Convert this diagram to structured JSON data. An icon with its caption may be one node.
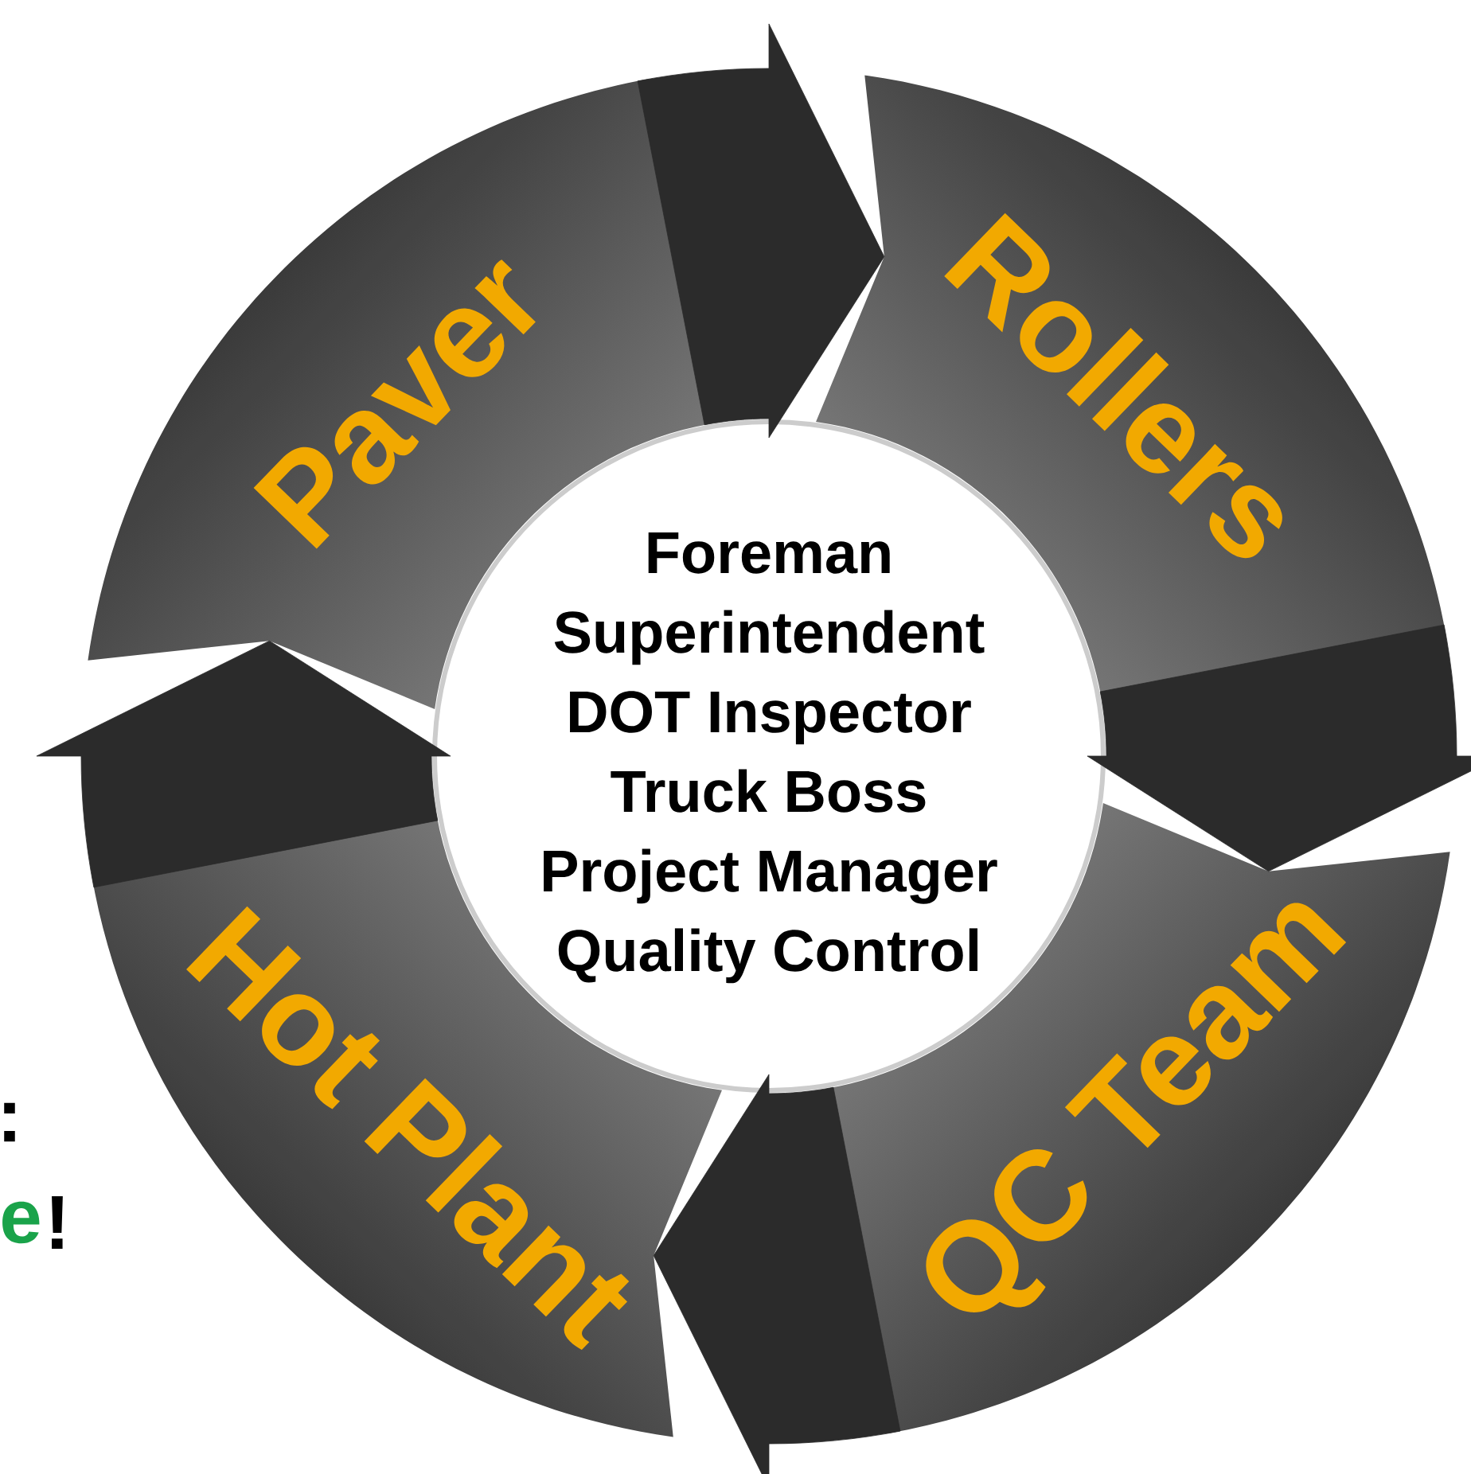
{
  "diagram": {
    "nodes": [
      {
        "text": [
          "Paver"
        ]
      },
      {
        "text": [
          "Rollers"
        ]
      },
      {
        "text": [
          "QC Team"
        ]
      },
      {
        "text": [
          "Hot Plant"
        ]
      },
      {
        "text": [
          "Foreman",
          "Superintendent",
          "DOT Inspector",
          "Truck Boss",
          "Project Manager",
          "Quality Control"
        ]
      }
    ],
    "edges": [
      {
        "from": 0,
        "to": 1,
        "arrow": "to"
      },
      {
        "from": 1,
        "to": 2,
        "arrow": "to"
      },
      {
        "from": 2,
        "to": 3,
        "arrow": "to"
      },
      {
        "from": 3,
        "to": 0,
        "arrow": "to"
      }
    ],
    "labels": [
      ":",
      "e",
      "!"
    ]
  }
}
